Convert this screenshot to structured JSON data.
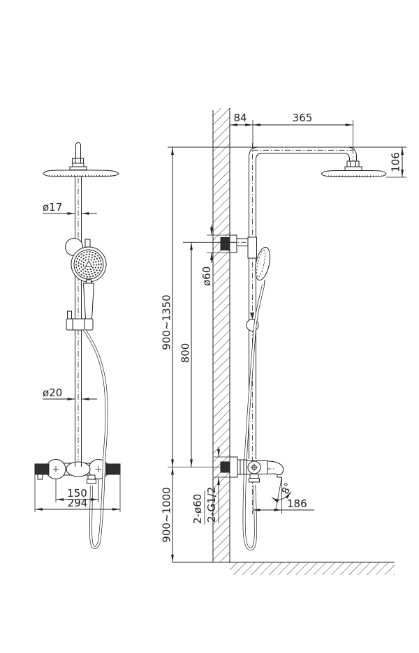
{
  "colors": {
    "line": "#222222",
    "background": "#ffffff",
    "solid_fill": "#2f2f2f",
    "hatch": "#3a3a3a"
  },
  "dimensions": {
    "arm_wall_offset": "84",
    "arm_length": "365",
    "head_drop": "106",
    "upper_pipe_diameter": "ø17",
    "slide_bracket_diameter": "ø60",
    "riser_height_range": "900~1350",
    "bracket_height": "800",
    "lower_pipe_diameter": "ø20",
    "handle_spacing": "150",
    "mixer_width": "294",
    "mixer_mount_height_range": "900~1000",
    "inlet_escutcheon": "2-ø60",
    "inlet_thread": "2-G1/2",
    "spout_reach": "186",
    "spout_angle": "8°"
  }
}
